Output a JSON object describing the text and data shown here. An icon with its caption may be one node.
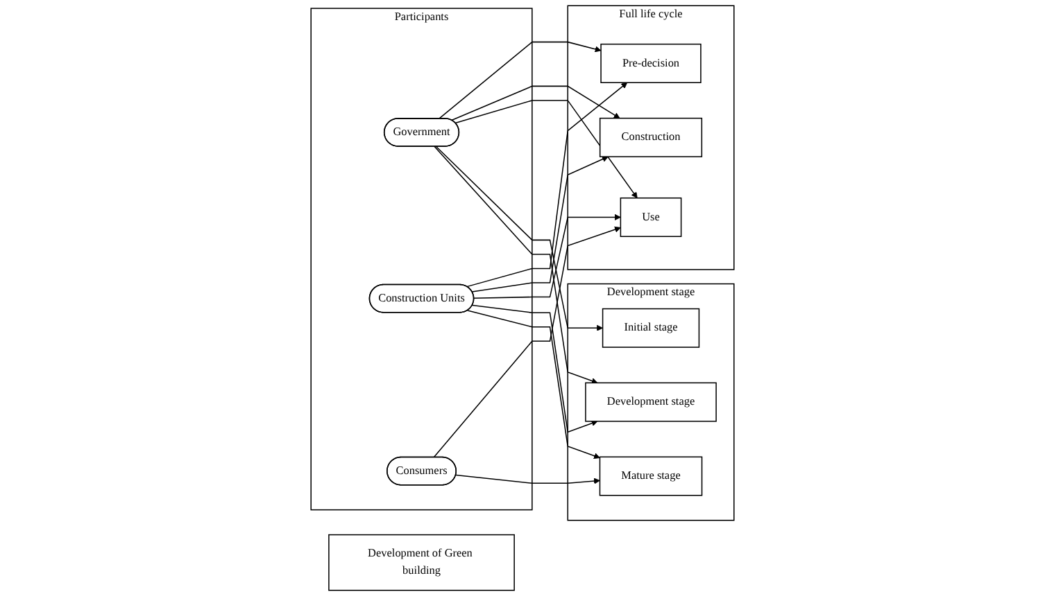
{
  "diagram": {
    "nodes": [
      {
        "text": [
          "Development of Green building"
        ]
      },
      {
        "text": [
          "Full life cycle"
        ]
      },
      {
        "text": [
          "Pre-decision"
        ],
        "in": 1
      },
      {
        "text": [
          "Construction"
        ],
        "in": 1
      },
      {
        "text": [
          "Use"
        ],
        "in": 1
      },
      {
        "text": [
          "Participants"
        ]
      },
      {
        "text": [
          "Government"
        ],
        "in": 5
      },
      {
        "text": [
          "Construction Units"
        ],
        "in": 5
      },
      {
        "text": [
          "Consumers"
        ],
        "in": 5
      },
      {
        "text": [
          "Development stage"
        ]
      },
      {
        "text": [
          "Initial stage"
        ],
        "in": 9
      },
      {
        "text": [
          "Development stage"
        ],
        "in": 9
      },
      {
        "text": [
          "Mature stage"
        ],
        "in": 9
      }
    ],
    "edges": [
      {
        "from": 6,
        "to": 2,
        "arrow": "to"
      },
      {
        "from": 6,
        "to": 3,
        "arrow": "to"
      },
      {
        "from": 6,
        "to": 4,
        "arrow": "to"
      },
      {
        "from": 7,
        "to": 2,
        "arrow": "to"
      },
      {
        "from": 7,
        "to": 3,
        "arrow": "to"
      },
      {
        "from": 7,
        "to": 4,
        "arrow": "to"
      },
      {
        "from": 8,
        "to": 4,
        "arrow": "to"
      },
      {
        "from": 6,
        "to": 10,
        "arrow": "to"
      },
      {
        "from": 6,
        "to": 11,
        "arrow": "to"
      },
      {
        "from": 7,
        "to": 11,
        "arrow": "to"
      },
      {
        "from": 7,
        "to": 12,
        "arrow": "to"
      },
      {
        "from": 8,
        "to": 12,
        "arrow": "to"
      }
    ]
  }
}
